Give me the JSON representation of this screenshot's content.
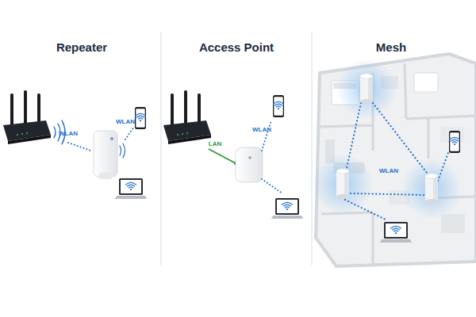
{
  "diagram": {
    "labels": [
      "Repeater",
      "WLAN",
      "WLAN",
      "Access Point",
      "LAN",
      "WLAN",
      "Mesh",
      "WLAN"
    ]
  }
}
